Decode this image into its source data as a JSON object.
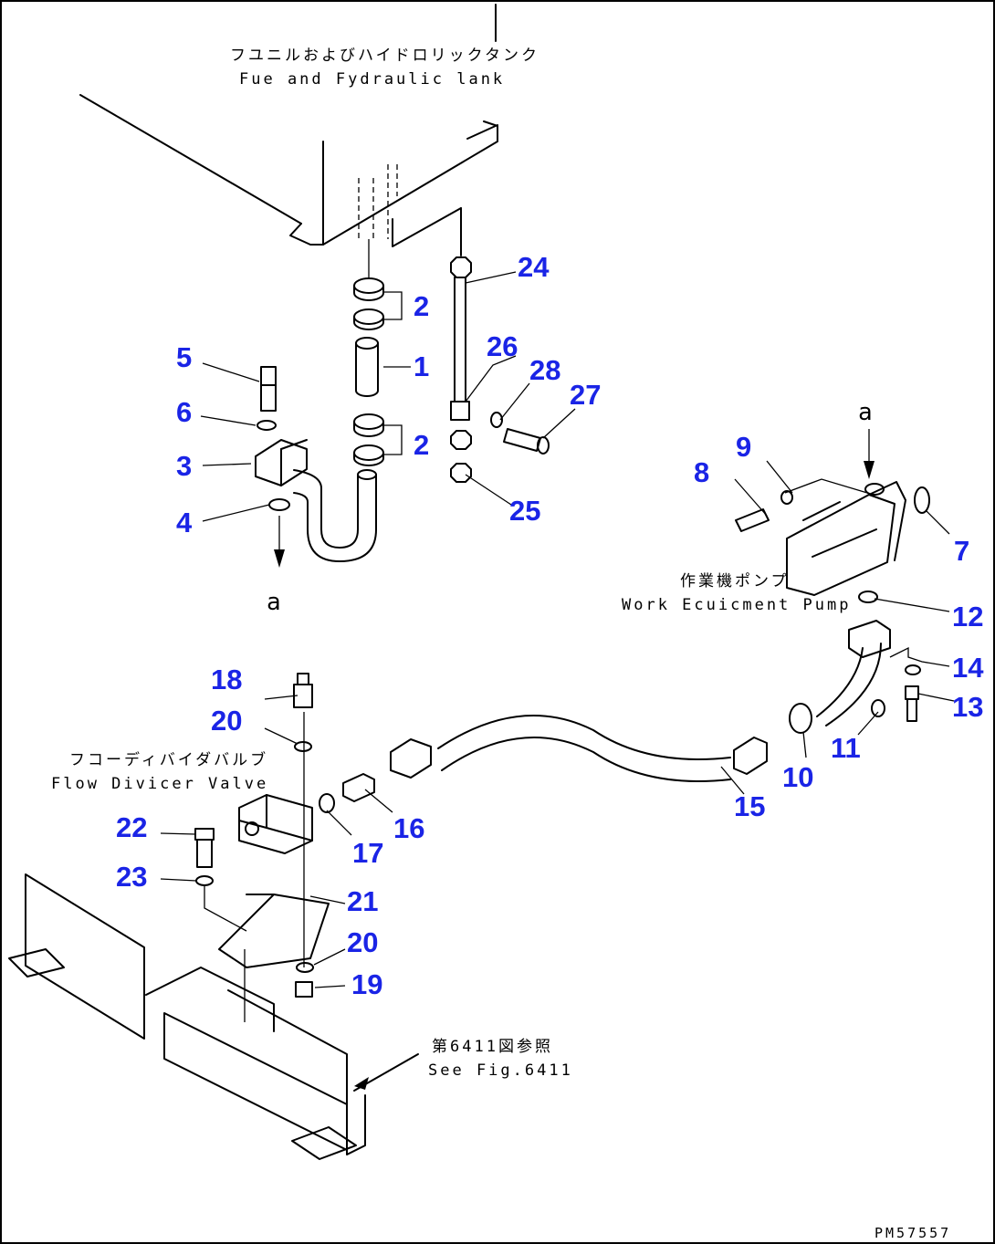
{
  "labels": {
    "tank_jp": "フユニルおよびハイドロリックタンク",
    "tank_en": "Fue  and Fydraulic lank",
    "pump_jp": "作業機ポンプ",
    "pump_en": "Work Ecuicment Pump",
    "valve_jp": "フコーディバイダバルブ",
    "valve_en": "Flow Divicer Valve",
    "fig_jp": "第6411図参照",
    "fig_en": "See Fig.6411",
    "arrow_a_top": "a",
    "arrow_a_bottom": "a",
    "drawing_code": "PM57557"
  },
  "callouts": [
    "1",
    "2",
    "2",
    "3",
    "4",
    "5",
    "6",
    "7",
    "8",
    "9",
    "10",
    "11",
    "12",
    "13",
    "14",
    "15",
    "16",
    "17",
    "18",
    "19",
    "20",
    "20",
    "21",
    "22",
    "23",
    "24",
    "25",
    "26",
    "27",
    "28"
  ],
  "callout_color": "#1a24e6"
}
